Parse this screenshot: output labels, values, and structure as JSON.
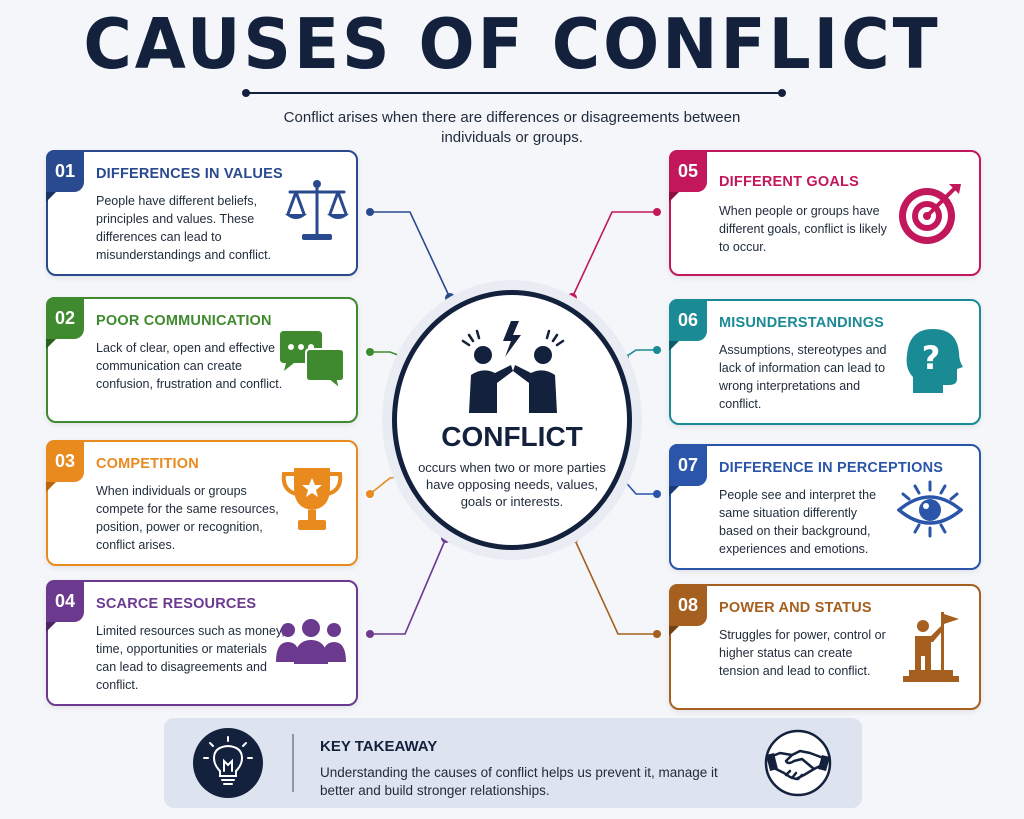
{
  "title": "CAUSES OF CONFLICT",
  "subtitle": "Conflict arises when there are differences or disagreements between individuals or groups.",
  "center": {
    "title": "CONFLICT",
    "description": "occurs when two or more parties have opposing needs, values, goals or interests."
  },
  "causes": [
    {
      "number": "01",
      "title": "DIFFERENCES IN VALUES",
      "description": "People have different beliefs, principles and values. These differences can lead to misunderstandings and conflict.",
      "color": "#2a4a8f",
      "icon": "scales-icon"
    },
    {
      "number": "02",
      "title": "POOR COMMUNICATION",
      "description": "Lack of clear, open and effective communication can create confusion, frustration and conflict.",
      "color": "#3f8a2e",
      "icon": "speech-bubbles-icon"
    },
    {
      "number": "03",
      "title": "COMPETITION",
      "description": "When individuals or groups compete for the same resources, position, power or recognition, conflict arises.",
      "color": "#e98a1f",
      "icon": "trophy-icon"
    },
    {
      "number": "04",
      "title": "SCARCE RESOURCES",
      "description": "Limited resources such as money, time, opportunities or materials can lead to disagreements and conflict.",
      "color": "#6b3a8f",
      "icon": "group-icon"
    },
    {
      "number": "05",
      "title": "DIFFERENT GOALS",
      "description": "When people or groups have different goals, conflict is likely to occur.",
      "color": "#c2185b",
      "icon": "target-icon"
    },
    {
      "number": "06",
      "title": "MISUNDERSTANDINGS",
      "description": "Assumptions, stereotypes and lack of information can lead to wrong interpretations and conflict.",
      "color": "#1a8a95",
      "icon": "head-question-icon"
    },
    {
      "number": "07",
      "title": "DIFFERENCE IN PERCEPTIONS",
      "description": "People see and interpret the same situation differently based on their background, experiences and emotions.",
      "color": "#2a55a8",
      "icon": "eye-icon"
    },
    {
      "number": "08",
      "title": "POWER AND STATUS",
      "description": "Struggles for power, control or higher status can create tension and lead to conflict.",
      "color": "#a5601f",
      "icon": "flag-podium-icon"
    }
  ],
  "takeaway": {
    "title": "KEY TAKEAWAY",
    "text": "Understanding the causes of conflict helps us prevent it, manage it better and build stronger relationships."
  }
}
